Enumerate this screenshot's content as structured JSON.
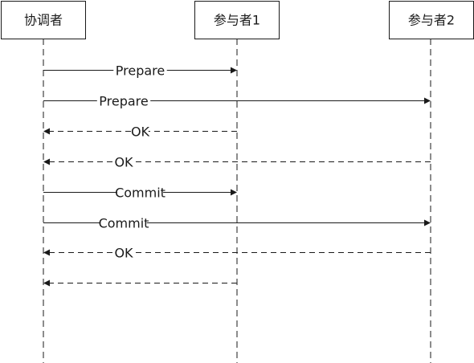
{
  "participants": [
    {
      "id": "coordinator",
      "label": "协调者"
    },
    {
      "id": "p1",
      "label": "参与者1"
    },
    {
      "id": "p2",
      "label": "参与者2"
    }
  ],
  "messages": [
    {
      "from": "coordinator",
      "to": "p1",
      "label": "Prepare",
      "style": "solid"
    },
    {
      "from": "coordinator",
      "to": "p2",
      "label": "Prepare",
      "style": "solid"
    },
    {
      "from": "p1",
      "to": "coordinator",
      "label": "OK",
      "style": "dashed"
    },
    {
      "from": "p2",
      "to": "coordinator",
      "label": "OK",
      "style": "dashed"
    },
    {
      "from": "coordinator",
      "to": "p1",
      "label": "Commit",
      "style": "solid"
    },
    {
      "from": "coordinator",
      "to": "p2",
      "label": "Commit",
      "style": "solid"
    },
    {
      "from": "p2",
      "to": "coordinator",
      "label": "OK",
      "style": "dashed"
    },
    {
      "from": "p1",
      "to": "coordinator",
      "label": "",
      "style": "dashed"
    }
  ],
  "colors": {
    "line": "#1a1a1a",
    "background": "#ffffff"
  }
}
